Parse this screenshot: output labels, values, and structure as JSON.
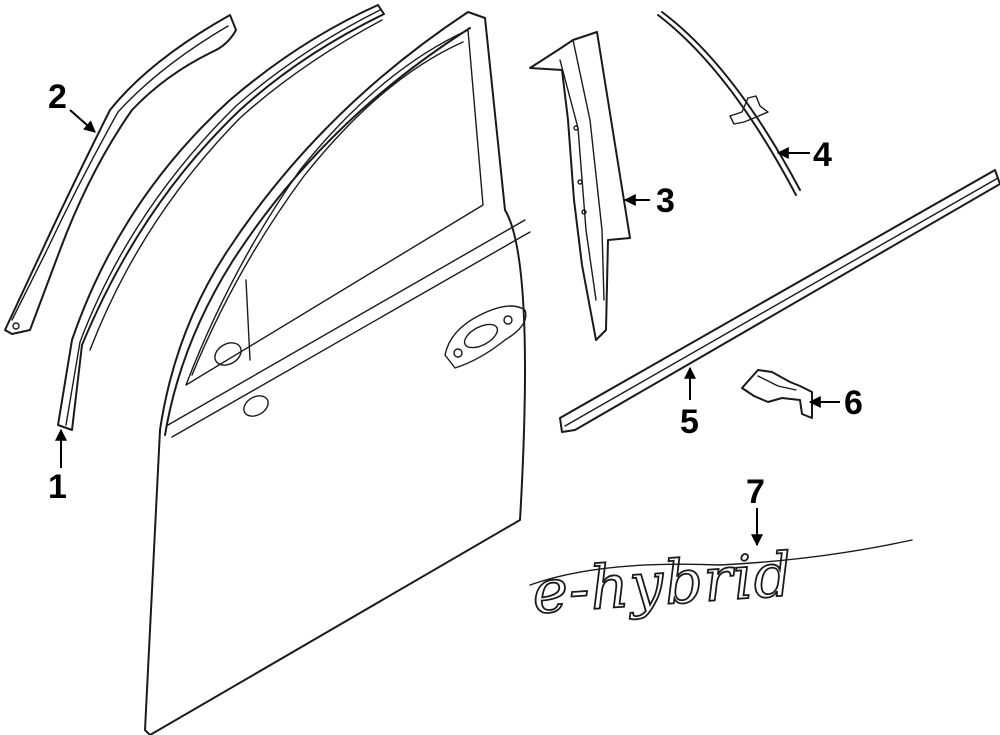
{
  "callouts": [
    {
      "id": "1",
      "label": "1"
    },
    {
      "id": "2",
      "label": "2"
    },
    {
      "id": "3",
      "label": "3"
    },
    {
      "id": "4",
      "label": "4"
    },
    {
      "id": "5",
      "label": "5"
    },
    {
      "id": "6",
      "label": "6"
    },
    {
      "id": "7",
      "label": "7"
    }
  ],
  "badge": {
    "text": "e-hybrid"
  }
}
